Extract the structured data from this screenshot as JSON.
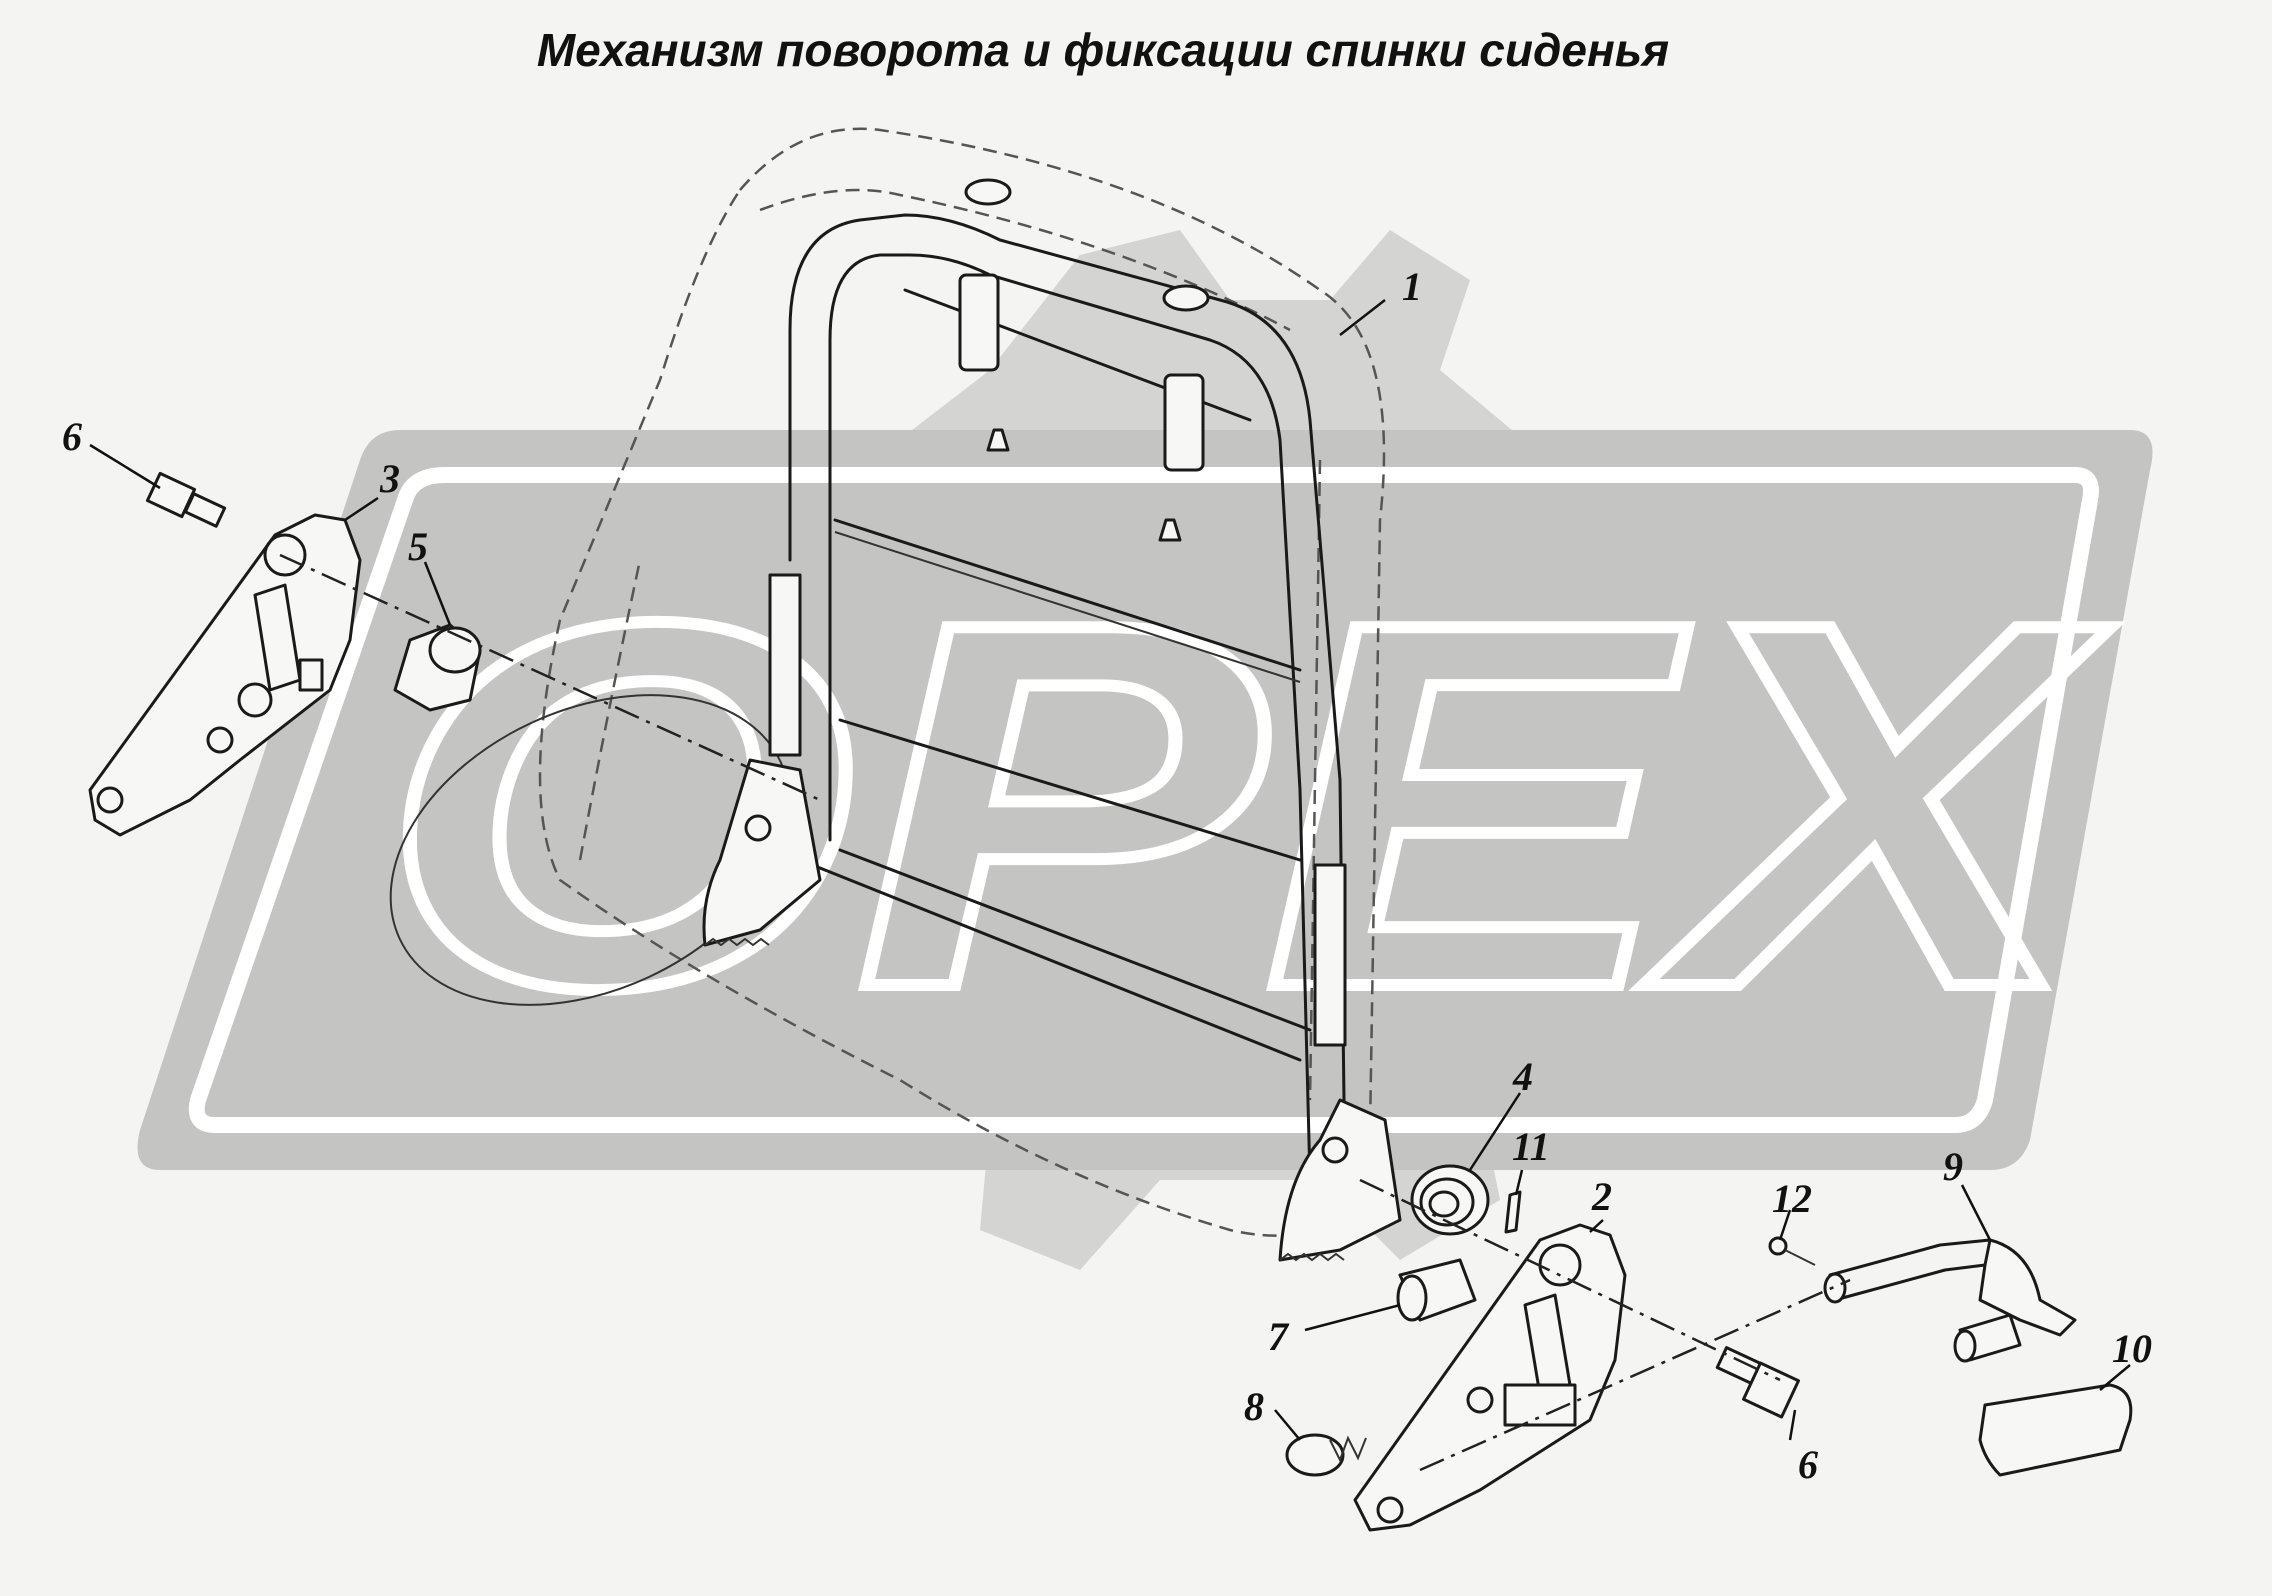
{
  "title": "Механизм поворота и фиксации спинки сиденья",
  "watermark": {
    "text": "OPEX",
    "colors": {
      "gear": "#d4d4d2",
      "band": "#c4c4c2",
      "outline": "#ffffff"
    }
  },
  "callouts": [
    {
      "id": "1",
      "label": "1",
      "part_icon": "seat-back-frame-icon"
    },
    {
      "id": "2",
      "label": "2",
      "part_icon": "right-hinge-bracket-icon"
    },
    {
      "id": "3",
      "label": "3",
      "part_icon": "left-hinge-bracket-icon"
    },
    {
      "id": "4",
      "label": "4",
      "part_icon": "spiral-spring-icon"
    },
    {
      "id": "5",
      "label": "5",
      "part_icon": "bushing-washer-icon"
    },
    {
      "id": "6a",
      "label": "6",
      "part_icon": "bolt-icon"
    },
    {
      "id": "6b",
      "label": "6",
      "part_icon": "bolt-icon"
    },
    {
      "id": "7",
      "label": "7",
      "part_icon": "bushing-icon"
    },
    {
      "id": "8",
      "label": "8",
      "part_icon": "spring-nut-icon"
    },
    {
      "id": "9",
      "label": "9",
      "part_icon": "release-lever-icon"
    },
    {
      "id": "10",
      "label": "10",
      "part_icon": "handle-grip-icon"
    },
    {
      "id": "11",
      "label": "11",
      "part_icon": "pin-icon"
    },
    {
      "id": "12",
      "label": "12",
      "part_icon": "screw-icon"
    }
  ]
}
